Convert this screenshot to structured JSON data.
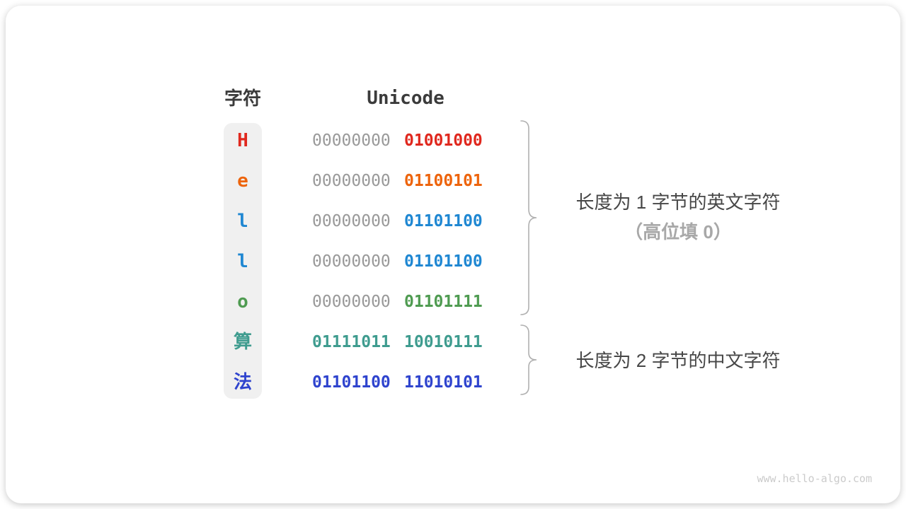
{
  "diagram": {
    "headers": {
      "char": "字符",
      "unicode": "Unicode"
    },
    "rows": [
      {
        "char": "H",
        "color": "#E0281E",
        "byte1": "00000000",
        "byte2": "01001000",
        "byte1_highlight": false
      },
      {
        "char": "e",
        "color": "#ED640C",
        "byte1": "00000000",
        "byte2": "01100101",
        "byte1_highlight": false
      },
      {
        "char": "l",
        "color": "#1F87D2",
        "byte1": "00000000",
        "byte2": "01101100",
        "byte1_highlight": false
      },
      {
        "char": "l",
        "color": "#1F87D2",
        "byte1": "00000000",
        "byte2": "01101100",
        "byte1_highlight": false
      },
      {
        "char": "o",
        "color": "#4F9B51",
        "byte1": "00000000",
        "byte2": "01101111",
        "byte1_highlight": false
      },
      {
        "char": "算",
        "color": "#3F9C8F",
        "byte1": "01111011",
        "byte2": "10010111",
        "byte1_highlight": true
      },
      {
        "char": "法",
        "color": "#2F44CE",
        "byte1": "01101100",
        "byte2": "11010101",
        "byte1_highlight": true
      }
    ],
    "annotations": {
      "group1_line1": "长度为 1 字节的英文字符",
      "group1_line2": "（高位填 0）",
      "group2_line1": "长度为 2 字节的中文字符"
    },
    "watermark": "www.hello-algo.com"
  },
  "colors": {
    "gray_bits": "#999999",
    "heading_text": "#3B3B3B",
    "annotation_text": "#474747",
    "annotation_muted": "#A8A8A8",
    "brace_stroke": "#B0B0B0",
    "char_column_bg": "#F0F0F0",
    "watermark_text": "#CBCBCB",
    "card_bg": "#FFFFFF"
  }
}
